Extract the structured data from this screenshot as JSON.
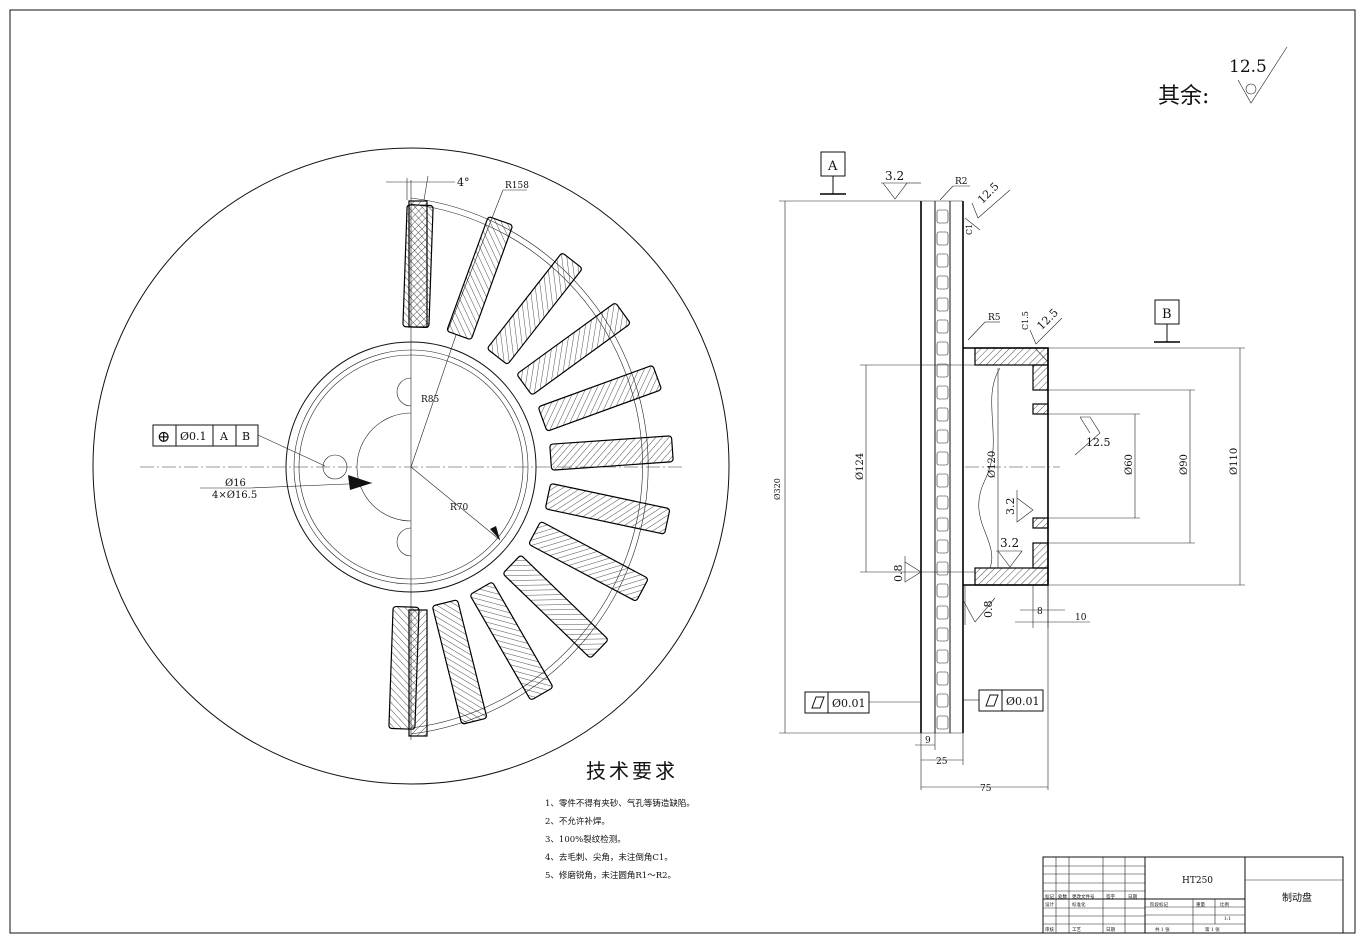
{
  "surface_rest": {
    "label": "其余:",
    "value": "12.5"
  },
  "datums": {
    "a": "A",
    "b": "B"
  },
  "front_view": {
    "angle_label": "4°",
    "r158_label": "R158",
    "r85_label": "R85",
    "r70_label": "R70",
    "position_frame": {
      "symbol": "⊕",
      "tol": "Ø0.1",
      "ref1": "A",
      "ref2": "B"
    },
    "hole_dim1": "Ø16",
    "hole_dim2": "4×Ø16.5"
  },
  "side_view": {
    "rough_32_top": "3.2",
    "r2_label": "R2",
    "rough_125_top": "12.5",
    "c1_label": "C1",
    "r5_label": "R5",
    "c15_label": "C1.5",
    "rough_125_hub": "12.5",
    "d124": "Ø124",
    "d120": "Ø120",
    "d60": "Ø60",
    "d90": "Ø90",
    "d110": "Ø110",
    "d320": "Ø320",
    "rough_125_bore": "12.5",
    "rough_32_mid": "3.2",
    "rough_32_low": "3.2",
    "rough_08_left": "0.8",
    "rough_08_right": "0.8",
    "dim_8": "8",
    "dim_10": "10",
    "dim_9": "9",
    "dim_25": "25",
    "dim_75": "75",
    "flat_left": {
      "symbol": "▱",
      "tol": "Ø0.01"
    },
    "flat_right": {
      "symbol": "▱",
      "tol": "Ø0.01"
    }
  },
  "tech_requirements": {
    "title": "技术要求",
    "items": [
      "1、零件不得有夹砂、气孔等铸造缺陷。",
      "2、不允许补焊。",
      "3、100%裂纹检测。",
      "4、去毛刺、尖角，未注倒角C1。",
      "5、修磨锐角，未注圆角R1～R2。"
    ]
  },
  "title_block": {
    "material": "HT250",
    "part_name": "制动盘",
    "row_labels": [
      "标记",
      "处数",
      "更改文件号",
      "签字",
      "日期"
    ],
    "design_label": "设计",
    "std_label": "标准化",
    "stage_label": "阶段标记",
    "weight_label": "重量",
    "scale_label": "比例",
    "scale_value": "1:1",
    "review_label": "审核",
    "process_label": "工艺",
    "date_label": "日期",
    "sheets_label": "共 1 张",
    "sheet_label": "第 1 张"
  }
}
